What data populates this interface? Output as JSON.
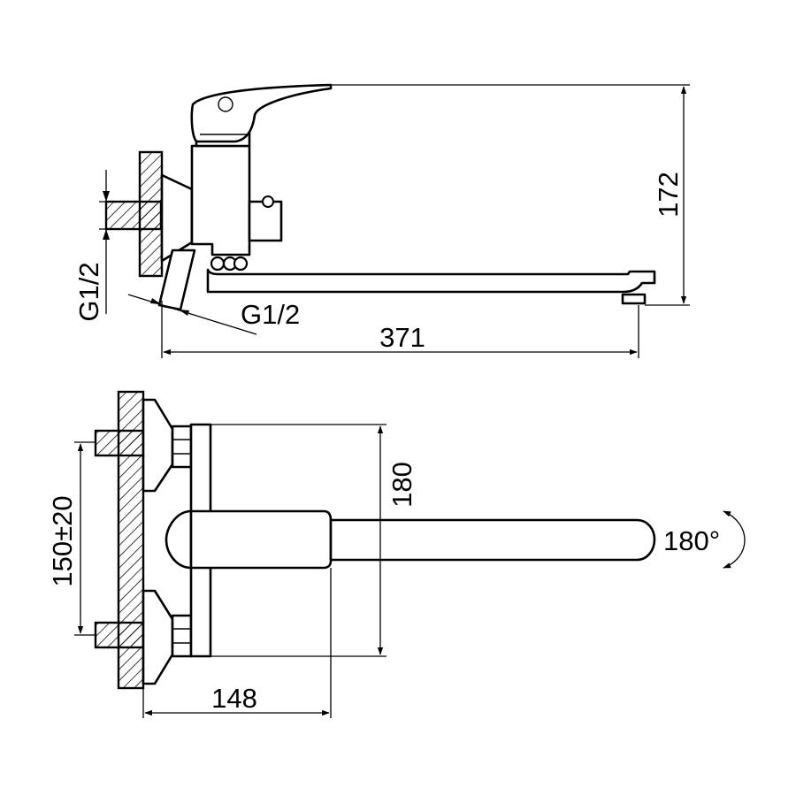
{
  "side_view": {
    "height_dim": "172",
    "length_dim": "371",
    "thread_vertical": "G1/2",
    "thread_diagonal": "G1/2"
  },
  "top_view": {
    "body_height_dim": "180",
    "center_distance_dim": "150±20",
    "depth_dim": "148",
    "rotation_label": "180°"
  }
}
